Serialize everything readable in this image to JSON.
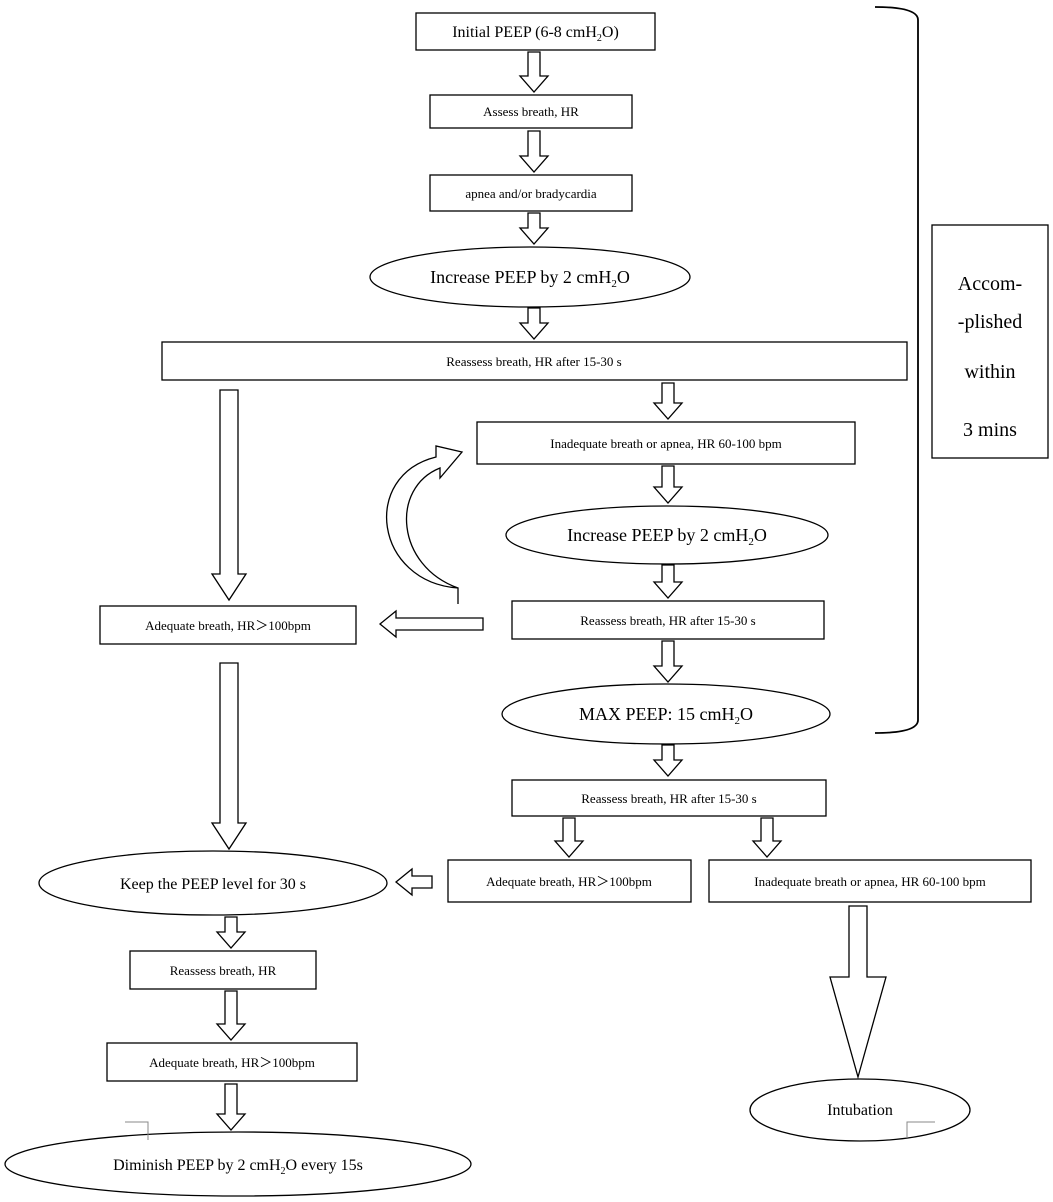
{
  "nodes": {
    "initial_peep": {
      "before": "Initial PEEP (6-8 cmH",
      "sub": "2",
      "after": "O)"
    },
    "assess_breath_hr": "Assess breath, HR",
    "apnea_bradycardia": "apnea and/or bradycardia",
    "increase_peep_1": {
      "before": "Increase PEEP by 2 cmH",
      "sub": "2",
      "after": "O"
    },
    "reassess_1": "Reassess breath, HR after 15-30 s",
    "inadequate_1": "Inadequate breath or apnea, HR 60-100 bpm",
    "increase_peep_2": {
      "before": "Increase PEEP by 2 cmH",
      "sub": "2",
      "after": "O"
    },
    "reassess_2": "Reassess breath, HR after 15-30 s",
    "adequate_1": "Adequate breath, HR＞100bpm",
    "max_peep": {
      "before": "MAX PEEP: 15 cmH",
      "sub": "2",
      "after": "O"
    },
    "reassess_3": "Reassess breath, HR after 15-30 s",
    "adequate_2": "Adequate breath, HR＞100bpm",
    "inadequate_2": "Inadequate breath or apnea, HR 60-100 bpm",
    "keep_peep": "Keep the PEEP level for 30 s",
    "reassess_4": "Reassess breath, HR",
    "adequate_3": "Adequate breath, HR＞100bpm",
    "diminish_peep": {
      "before": "Diminish PEEP by 2 cmH",
      "sub": "2",
      "after": "O every 15s"
    },
    "intubation": "Intubation"
  },
  "side_note": {
    "lines": [
      "Accom-",
      "-plished",
      "within",
      "3 mins"
    ]
  },
  "colors": {
    "stroke": "#000000",
    "fill": "#ffffff",
    "text": "#000000"
  }
}
